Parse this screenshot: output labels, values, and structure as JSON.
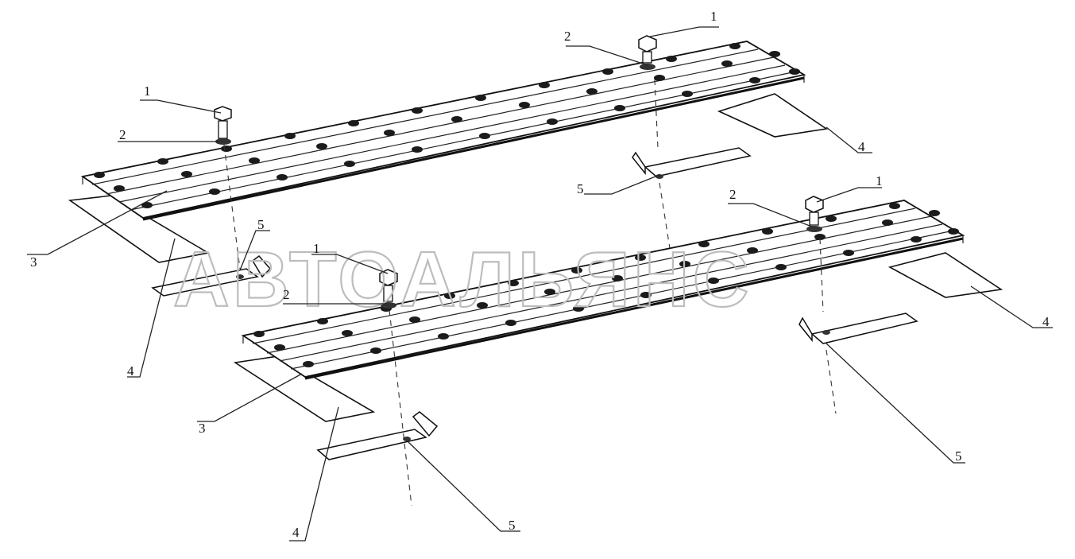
{
  "callouts": {
    "top_right_bolt": "1",
    "top_right_washer": "2",
    "top_right_plate": "4",
    "top_right_bracket": "5",
    "top_left_bolt": "1",
    "top_left_washer": "2",
    "top_left_rail": "3",
    "top_left_plate": "4",
    "top_left_bracket": "5",
    "bottom_center_bolt": "1",
    "bottom_center_washer": "2",
    "bottom_left_rail": "3",
    "bottom_left_plate": "4",
    "bottom_center_bracket": "5",
    "bottom_right_bolt": "1",
    "bottom_right_washer": "2",
    "bottom_right_plate": "4",
    "bottom_right_bracket": "5"
  },
  "watermark": "АВТОАЛЬЯНС"
}
